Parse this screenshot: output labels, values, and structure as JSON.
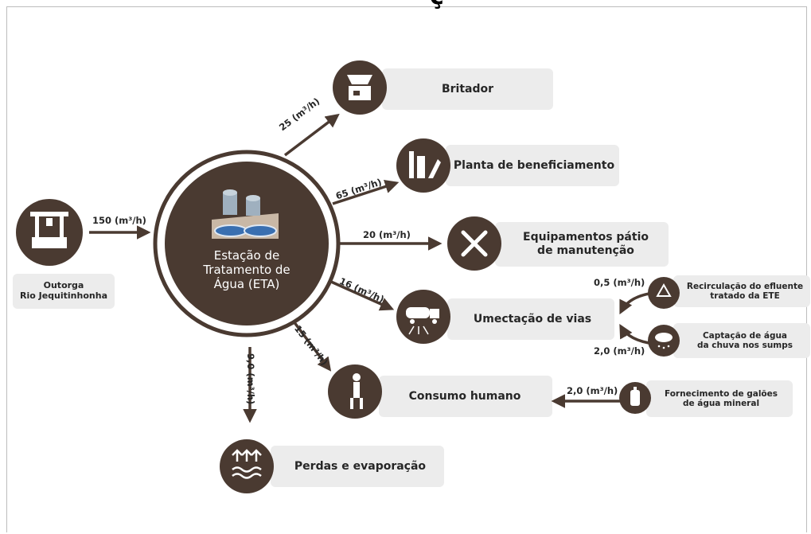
{
  "top_glyph": "ç",
  "source": {
    "label_line1": "Outorga",
    "label_line2": "Rio Jequitinhonha",
    "icon": "well-icon"
  },
  "eta": {
    "line1": "Estação de",
    "line2": "Tratamento de",
    "line3": "Água (ETA)",
    "icon": "water-treatment-icon"
  },
  "inflow": {
    "label": "150 (m³/h)"
  },
  "destinations": {
    "britador": {
      "label": "Britador",
      "flow": "25 (m³/h)",
      "icon": "crusher-icon"
    },
    "planta": {
      "label": "Planta de beneficiamento",
      "flow": "65 (m³/h)",
      "icon": "plant-icon"
    },
    "equipamentos": {
      "label_line1": "Equipamentos pátio",
      "label_line2": "de manutenção",
      "flow": "20 (m³/h)",
      "icon": "tools-icon"
    },
    "umectacao": {
      "label": "Umectação de vias",
      "flow": "16 (m³/h)",
      "icon": "water-truck-icon"
    },
    "consumo": {
      "label": "Consumo humano",
      "flow": "15 (m³/h)",
      "icon": "person-drinking-icon"
    },
    "perdas": {
      "label": "Perdas e evaporação",
      "flow": "9,0 (m³/h)",
      "icon": "evaporation-icon"
    }
  },
  "aux_sources": {
    "recirculacao": {
      "line1": "Recirculação do efluente",
      "line2": "tratado da ETE",
      "flow": "0,5 (m³/h)",
      "icon": "recycle-icon"
    },
    "captacao": {
      "line1": "Captação de água",
      "line2": "da chuva nos sumps",
      "flow": "2,0 (m³/h)",
      "icon": "rain-cloud-icon"
    },
    "galoes": {
      "line1": "Fornecimento de galões",
      "line2": "de água mineral",
      "flow": "2,0 (m³/h)",
      "icon": "water-jug-icon"
    }
  },
  "colors": {
    "dark_brown": "#4a3a31",
    "box_gray": "#ececec",
    "arrow": "#4a3a31",
    "eta_inner": "#4a3a31"
  }
}
